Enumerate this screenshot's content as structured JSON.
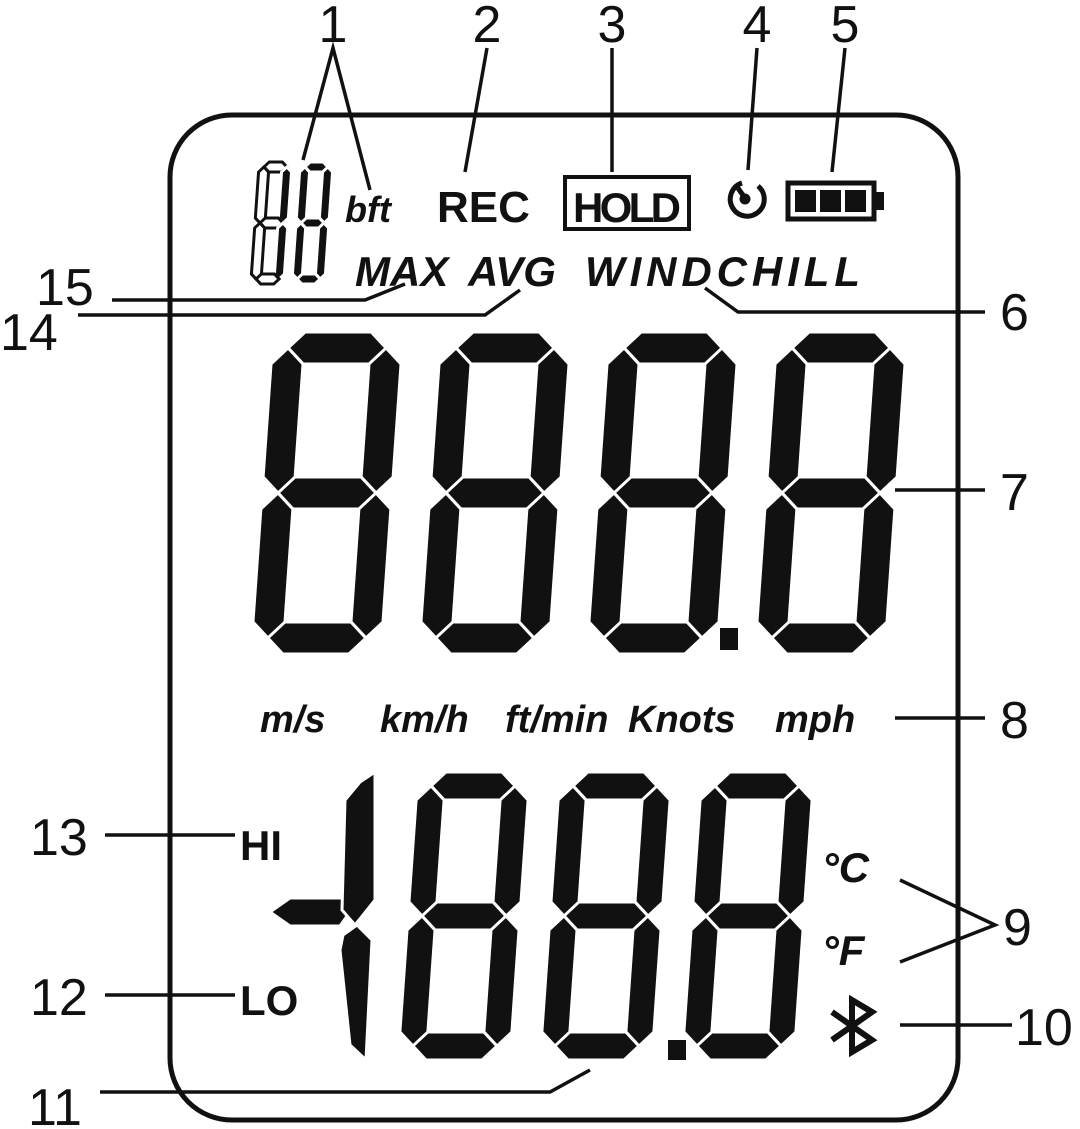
{
  "display": {
    "beaufort_digits": "18",
    "beaufort_unit": "bft",
    "rec": "REC",
    "hold": "HOLD",
    "max": "MAX",
    "avg": "AVG",
    "windchill": "WINDCHILL",
    "main_digits": "8888",
    "units": [
      "m/s",
      "km/h",
      "ft/min",
      "Knots",
      "mph"
    ],
    "hi": "HI",
    "lo": "LO",
    "secondary_digits": "888",
    "celsius": "°C",
    "fahrenheit": "°F",
    "icons": [
      "timer-icon",
      "battery-icon",
      "bluetooth-icon"
    ]
  },
  "callouts": [
    "1",
    "2",
    "3",
    "4",
    "5",
    "6",
    "7",
    "8",
    "9",
    "10",
    "11",
    "12",
    "13",
    "14",
    "15"
  ]
}
